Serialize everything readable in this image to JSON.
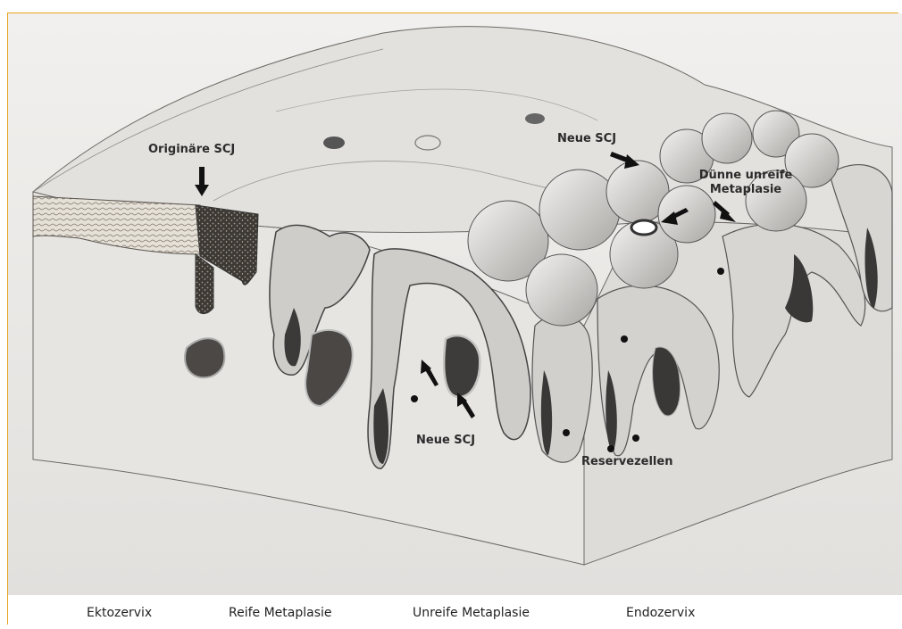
{
  "labels": {
    "original_scj": "Originäre SCJ",
    "new_scj_top": "Neue SCJ",
    "thin_immature_line1": "Dünne unreife",
    "thin_immature_line2": "Metaplasie",
    "new_scj_bottom": "Neue SCJ",
    "reserve_cells": "Reservezellen"
  },
  "captions": [
    "Ektozervix",
    "Reife Metaplasie",
    "Unreife Metaplasie",
    "Endozervix"
  ],
  "colors": {
    "border": "#e8a424",
    "paper": "#e9e7e4",
    "pencil": "#4a4a4a"
  }
}
